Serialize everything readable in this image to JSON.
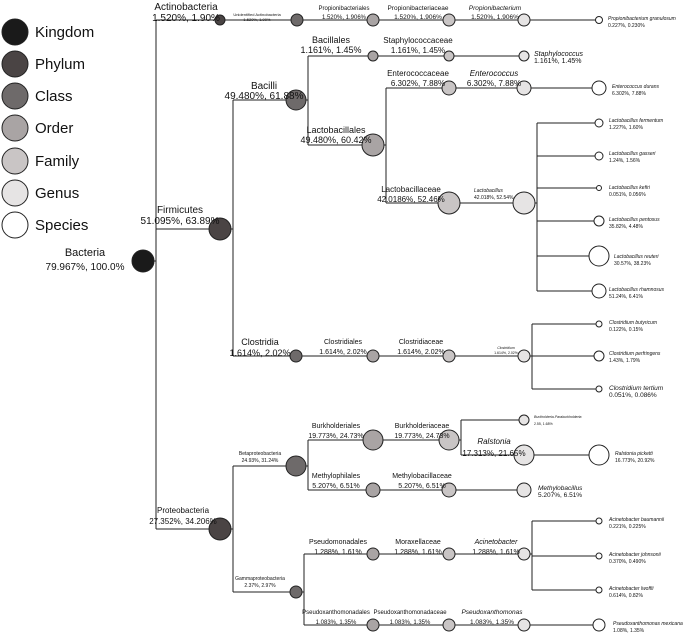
{
  "legend": [
    {
      "label": "Kingdom",
      "color": "#1a1a1a"
    },
    {
      "label": "Phylum",
      "color": "#4a4444"
    },
    {
      "label": "Class",
      "color": "#6e6a6a"
    },
    {
      "label": "Order",
      "color": "#a9a4a4"
    },
    {
      "label": "Family",
      "color": "#c9c5c5"
    },
    {
      "label": "Genus",
      "color": "#e6e4e4"
    },
    {
      "label": "Species",
      "color": "#ffffff"
    }
  ],
  "nodes": {
    "bacteria": {
      "name": "Bacteria",
      "values": "79.967%, 100.0%"
    },
    "actinobacteria": {
      "name": "Actinobacteria",
      "values": "1.520%, 1.90%"
    },
    "unid_actino": {
      "name": "Unidentified Actinobacteria",
      "values": "1.520%, 1.90%"
    },
    "propionibacteriales": {
      "name": "Propionibacteriales",
      "values": "1.520%, 1.906%"
    },
    "propionibacteriaceae": {
      "name": "Propionibacteriaceae",
      "values": "1.520%, 1.906%"
    },
    "propionibacterium": {
      "name": "Propionibacterium",
      "values": "1.520%, 1.906%"
    },
    "propionibacterium_granulosum": {
      "name": "Propionibacterium granulosum",
      "values": "0.227%, 0.230%"
    },
    "firmicutes": {
      "name": "Firmicutes",
      "values": "51.095%, 63.89%"
    },
    "bacilli": {
      "name": "Bacilli",
      "values": "49.480%, 61.88%"
    },
    "bacillales": {
      "name": "Bacillales",
      "values": "1.161%, 1.45%"
    },
    "staphylococcaceae": {
      "name": "Staphylococcaceae",
      "values": "1.161%, 1.45%"
    },
    "staphylococcus": {
      "name": "Staphylococcus",
      "values": "1.161%, 1.45%"
    },
    "lactobacillales": {
      "name": "Lactobacillales",
      "values": "49.480%, 60.42%"
    },
    "enterococcaceae": {
      "name": "Enterococcaceae",
      "values": "6.302%, 7.88%"
    },
    "enterococcus": {
      "name": "Enterococcus",
      "values": "6.302%, 7.88%"
    },
    "enterococcus_durans": {
      "name": "Enterococcus durans",
      "values": "6.302%, 7.88%"
    },
    "lactobacillaceae": {
      "name": "Lactobacillaceae",
      "values": "42.0186%, 52.46%"
    },
    "lactobacillus": {
      "name": "Lactobacillus",
      "values": "42.018%, 52.54%"
    },
    "lb_fermentum": {
      "name": "Lactobacillus fermentum",
      "values": "1.227%, 1.60%"
    },
    "lb_gasseri": {
      "name": "Lactobacillus gasseri",
      "values": "1.24%, 1.56%"
    },
    "lb_kefiri": {
      "name": "Lactobacillus kefiri",
      "values": "0.051%, 0.056%"
    },
    "lb_pentosus": {
      "name": "Lactobacillus pentosus",
      "values": "35.82%, 4.48%"
    },
    "lb_reuteri": {
      "name": "Lactobacillus reuteri",
      "values": "30.57%, 38.23%"
    },
    "lb_rhamnosus": {
      "name": "Lactobacillus rhamnosus",
      "values": "51.24%, 6.41%"
    },
    "clostridia": {
      "name": "Clostridia",
      "values": "1.614%, 2.02%"
    },
    "clostridiales": {
      "name": "Clostridiales",
      "values": "1.614%, 2.02%"
    },
    "clostridiaceae": {
      "name": "Clostridiaceae",
      "values": "1.614%, 2.02%"
    },
    "clostridium": {
      "name": "Clostridium",
      "values": "1.614%, 2.02%"
    },
    "cl_butyricum": {
      "name": "Clostridium butyricum",
      "values": "0.122%, 0.15%"
    },
    "cl_perfringens": {
      "name": "Clostridium perfringens",
      "values": "1.43%, 1.79%"
    },
    "cl_tertium": {
      "name": "Clostridium tertium",
      "values": "0.051%, 0.086%"
    },
    "proteobacteria": {
      "name": "Proteobacteria",
      "values": "27.352%, 34.206%"
    },
    "betaproteobacteria": {
      "name": "Betaproteobacteria",
      "values": "24.93%, 31.24%"
    },
    "burkholderiales": {
      "name": "Burkholderiales",
      "values": "19.773%, 24.73%"
    },
    "burkholderiaceae": {
      "name": "Burkholderiaceae",
      "values": "19.773%, 24.73%"
    },
    "burkholderia_paraburkholderia": {
      "name": "Burkholderia-Paraburkholderia",
      "values": "2.55, 1.68%"
    },
    "ralstonia": {
      "name": "Ralstonia",
      "values": "17.313%, 21.65%"
    },
    "ralstonia_pickettii": {
      "name": "Ralstonia picketti",
      "values": "16.773%, 20.92%"
    },
    "methylophilales": {
      "name": "Methylophilales",
      "values": "5.207%, 6.51%"
    },
    "methylophilaceae": {
      "name": "Methylobacillaceae",
      "values": "5.207%, 6.51%"
    },
    "methylobacillus": {
      "name": "Methylobacillus",
      "values": "5.207%, 6.51%"
    },
    "gammaproteobacteria": {
      "name": "Gammaproteobacteria",
      "values": "2.37%, 2.97%"
    },
    "pseudomonadales": {
      "name": "Pseudomonadales",
      "values": "1.288%, 1.61%"
    },
    "moraxellaceae": {
      "name": "Moraxellaceae",
      "values": "1.288%, 1.61%"
    },
    "acinetobacter": {
      "name": "Acinetobacter",
      "values": "1.288%, 1.61%"
    },
    "ac_baumannii": {
      "name": "Acinetobacter baumannii",
      "values": "0.221%, 0.225%"
    },
    "ac_johnsonii": {
      "name": "Acinetobacter johnsonii",
      "values": "0.370%, 0.490%"
    },
    "ac_lwoffii": {
      "name": "Acinetobacter lwoffii",
      "values": "0.614%, 0.82%"
    },
    "pseudoxanthomonadales": {
      "name": "Pseudoxanthomonadales",
      "values": "1.083%, 1.35%"
    },
    "pseudoxanthomonadaceae": {
      "name": "Pseudoxanthomonadaceae",
      "values": "1.083%, 1.35%"
    },
    "pseudoxanthomonas": {
      "name": "Pseudoxanthomonas",
      "values": "1.083%, 1.35%"
    },
    "ps_mexicana": {
      "name": "Pseudoxanthomonas mexicana",
      "values": "1.08%, 1.35%"
    }
  }
}
